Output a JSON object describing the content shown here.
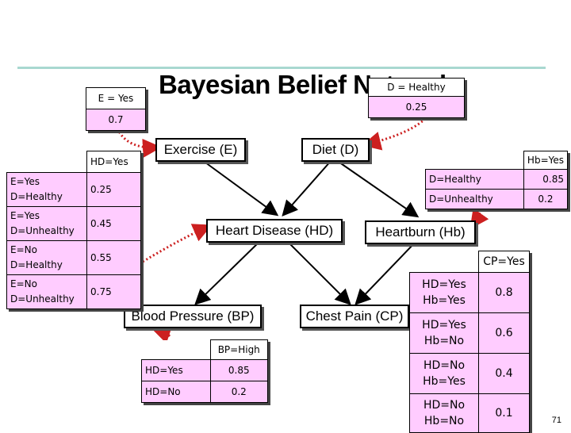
{
  "title": "Bayesian Belief Network",
  "nodes": {
    "exercise": "Exercise (E)",
    "diet": "Diet (D)",
    "heart_disease": "Heart Disease (HD)",
    "heartburn": "Heartburn (Hb)",
    "blood_pressure": "Blood Pressure (BP)",
    "chest_pain": "Chest Pain (CP)"
  },
  "cpt_exercise": {
    "header": "E = Yes",
    "value": "0.7"
  },
  "cpt_diet": {
    "header": "D = Healthy",
    "value": "0.25"
  },
  "cpt_hd": {
    "header": "HD=Yes",
    "rows": [
      {
        "cond1": "E=Yes",
        "cond2": "D=Healthy",
        "value": "0.25"
      },
      {
        "cond1": "E=Yes",
        "cond2": "D=Unhealthy",
        "value": "0.45"
      },
      {
        "cond1": "E=No",
        "cond2": "D=Healthy",
        "value": "0.55"
      },
      {
        "cond1": "E=No",
        "cond2": "D=Unhealthy",
        "value": "0.75"
      }
    ]
  },
  "cpt_hb": {
    "header": "Hb=Yes",
    "rows": [
      {
        "cond": "D=Healthy",
        "value": "0.85"
      },
      {
        "cond": "D=Unhealthy",
        "value": "0.2"
      }
    ]
  },
  "cpt_bp": {
    "header": "BP=High",
    "rows": [
      {
        "cond": "HD=Yes",
        "value": "0.85"
      },
      {
        "cond": "HD=No",
        "value": "0.2"
      }
    ]
  },
  "cpt_cp": {
    "header": "CP=Yes",
    "rows": [
      {
        "cond1": "HD=Yes",
        "cond2": "Hb=Yes",
        "value": "0.8"
      },
      {
        "cond1": "HD=Yes",
        "cond2": "Hb=No",
        "value": "0.6"
      },
      {
        "cond1": "HD=No",
        "cond2": "Hb=Yes",
        "value": "0.4"
      },
      {
        "cond1": "HD=No",
        "cond2": "Hb=No",
        "value": "0.1"
      }
    ]
  },
  "page_number": "71",
  "colors": {
    "cpt_fill": "#ffccff",
    "connector": "#cc2020",
    "rule": "#a8d8d0"
  }
}
